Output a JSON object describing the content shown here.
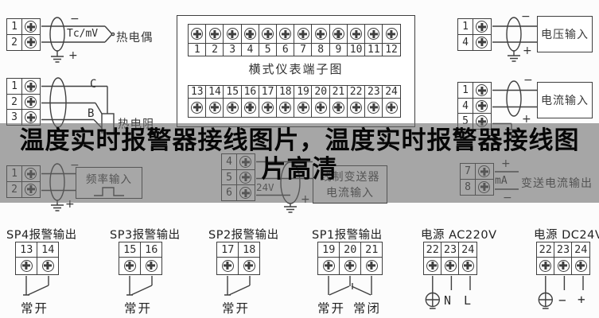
{
  "banner": {
    "line1": "温度实时报警器接线图片，温度实时报警器接线图",
    "line2": "片高清"
  },
  "panel": {
    "title": "横式仪表端子图",
    "top_terminals": [
      "1",
      "2",
      "3",
      "4",
      "5",
      "6",
      "7",
      "8",
      "9",
      "10",
      "11",
      "12"
    ],
    "bottom_terminals": [
      "13",
      "14",
      "15",
      "16",
      "17",
      "18",
      "19",
      "20",
      "21",
      "22",
      "23",
      "24"
    ]
  },
  "thermocouple": {
    "terminals": [
      "1",
      "2"
    ],
    "minus": "−",
    "plus": "+",
    "wire_label": "Tc/mV",
    "label": "热电偶"
  },
  "rtd": {
    "terminals": [
      "1",
      "2",
      "3"
    ],
    "line_c": "C",
    "line_b": "B",
    "label": "热电阻"
  },
  "frequency": {
    "terminals": [
      "1",
      "2"
    ],
    "minus": "−",
    "plus": "+",
    "box_label": "频率输入"
  },
  "voltage": {
    "terminals": [
      "1",
      "4"
    ],
    "minus": "−",
    "plus": "+",
    "box_label": "电压输入"
  },
  "current": {
    "terminals": [
      "1",
      "4",
      "5"
    ],
    "minus": "−",
    "plus": "+",
    "box_label": "电流输入"
  },
  "transmitter": {
    "terminals": [
      "4",
      "5",
      "6"
    ],
    "supply": "24V",
    "plus": "+",
    "box_line1": "线制变送器",
    "box_line2": "电流输入"
  },
  "transmit_output": {
    "terminals": [
      "7",
      "8"
    ],
    "plus": "+",
    "unit": "mA",
    "minus": "−",
    "label": "变送电流输出"
  },
  "outputs": [
    {
      "title": "SP4报警输出",
      "terminals": [
        "13",
        "14"
      ],
      "notes": [
        "常开"
      ]
    },
    {
      "title": "SP3报警输出",
      "terminals": [
        "15",
        "16"
      ],
      "notes": [
        "常开"
      ]
    },
    {
      "title": "SP2报警输出",
      "terminals": [
        "17",
        "18"
      ],
      "notes": [
        "常开"
      ]
    },
    {
      "title": "SP1报警输出",
      "terminals": [
        "19",
        "20",
        "21"
      ],
      "notes": [
        "常开",
        "常闭"
      ]
    },
    {
      "title": "电源 AC220V",
      "terminals": [
        "22",
        "23",
        "24"
      ],
      "notes": [
        "N",
        "L"
      ]
    },
    {
      "title": "电源 DC24V",
      "terminals": [
        "22",
        "23",
        "24"
      ],
      "notes": [
        "−",
        "+"
      ]
    }
  ],
  "colors": {
    "line": "#3f3f3f",
    "background": "#fcfcfc",
    "band_overlay": "rgba(103,103,103,0.58)",
    "banner_text": "#070707"
  }
}
